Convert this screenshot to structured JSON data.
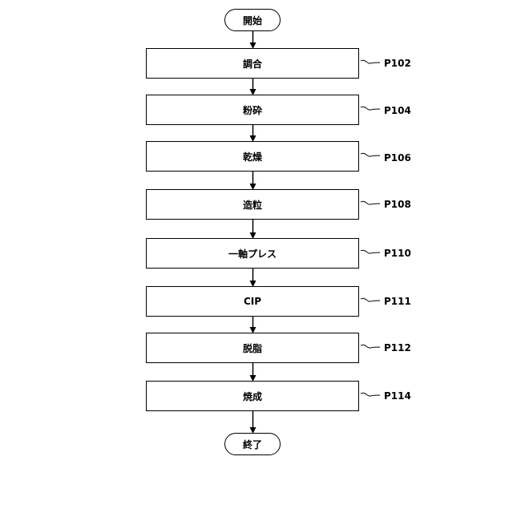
{
  "flowchart": {
    "start": {
      "label": "開始"
    },
    "steps": [
      {
        "label": "調合",
        "ref": "P102"
      },
      {
        "label": "粉砕",
        "ref": "P104"
      },
      {
        "label": "乾燥",
        "ref": "P106"
      },
      {
        "label": "造粒",
        "ref": "P108"
      },
      {
        "label": "一軸プレス",
        "ref": "P110"
      },
      {
        "label": "CIP",
        "ref": "P111"
      },
      {
        "label": "脱脂",
        "ref": "P112"
      },
      {
        "label": "焼成",
        "ref": "P114"
      }
    ],
    "end": {
      "label": "終了"
    }
  }
}
